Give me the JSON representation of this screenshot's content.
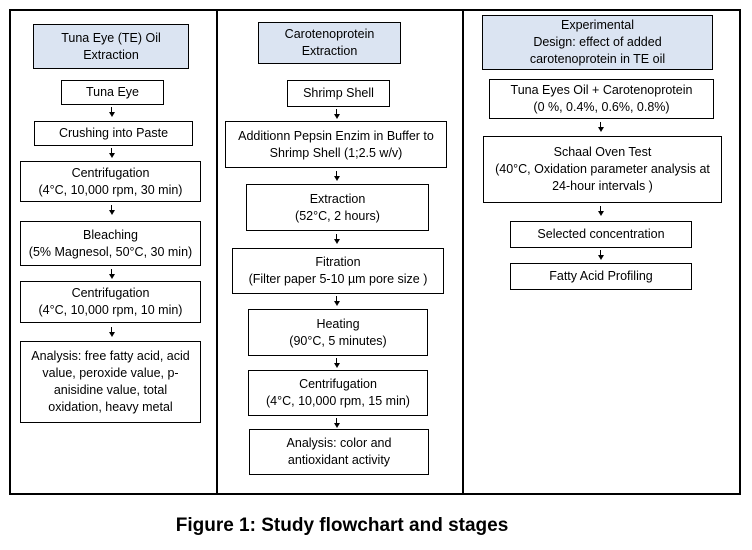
{
  "col1": {
    "header": "Tuna Eye (TE) Oil\nExtraction",
    "steps": [
      "Tuna Eye",
      "Crushing into Paste",
      "Centrifugation\n(4°C, 10,000 rpm, 30 min)",
      "Bleaching\n(5% Magnesol, 50°C, 30 min)",
      "Centrifugation\n(4°C, 10,000 rpm, 10 min)",
      "Analysis: free fatty acid, acid\nvalue, peroxide value, p-\nanisidine value, total\noxidation, heavy metal"
    ]
  },
  "col2": {
    "header": "Carotenoprotein\nExtraction",
    "steps": [
      "Shrimp Shell",
      "Additionn Pepsin Enzim in Buffer to\nShrimp Shell (1;2.5 w/v)",
      "Extraction\n(52°C, 2 hours)",
      "Fitration\n(Filter paper 5-10 µm pore size )",
      "Heating\n(90°C, 5 minutes)",
      "Centrifugation\n(4°C, 10,000 rpm, 15 min)",
      "Analysis: color and\nantioxidant activity"
    ]
  },
  "col3": {
    "header": "Experimental\nDesign: effect of added\ncarotenoprotein  in TE oil",
    "steps": [
      "Tuna Eyes Oil + Carotenoprotein\n(0 %,  0.4%, 0.6%, 0.8%)",
      "Schaal Oven Test\n(40°C, Oxidation parameter analysis at\n24-hour intervals )",
      "Selected concentration",
      "Fatty Acid Profiling"
    ]
  },
  "caption": "Figure 1: Study flowchart and stages"
}
